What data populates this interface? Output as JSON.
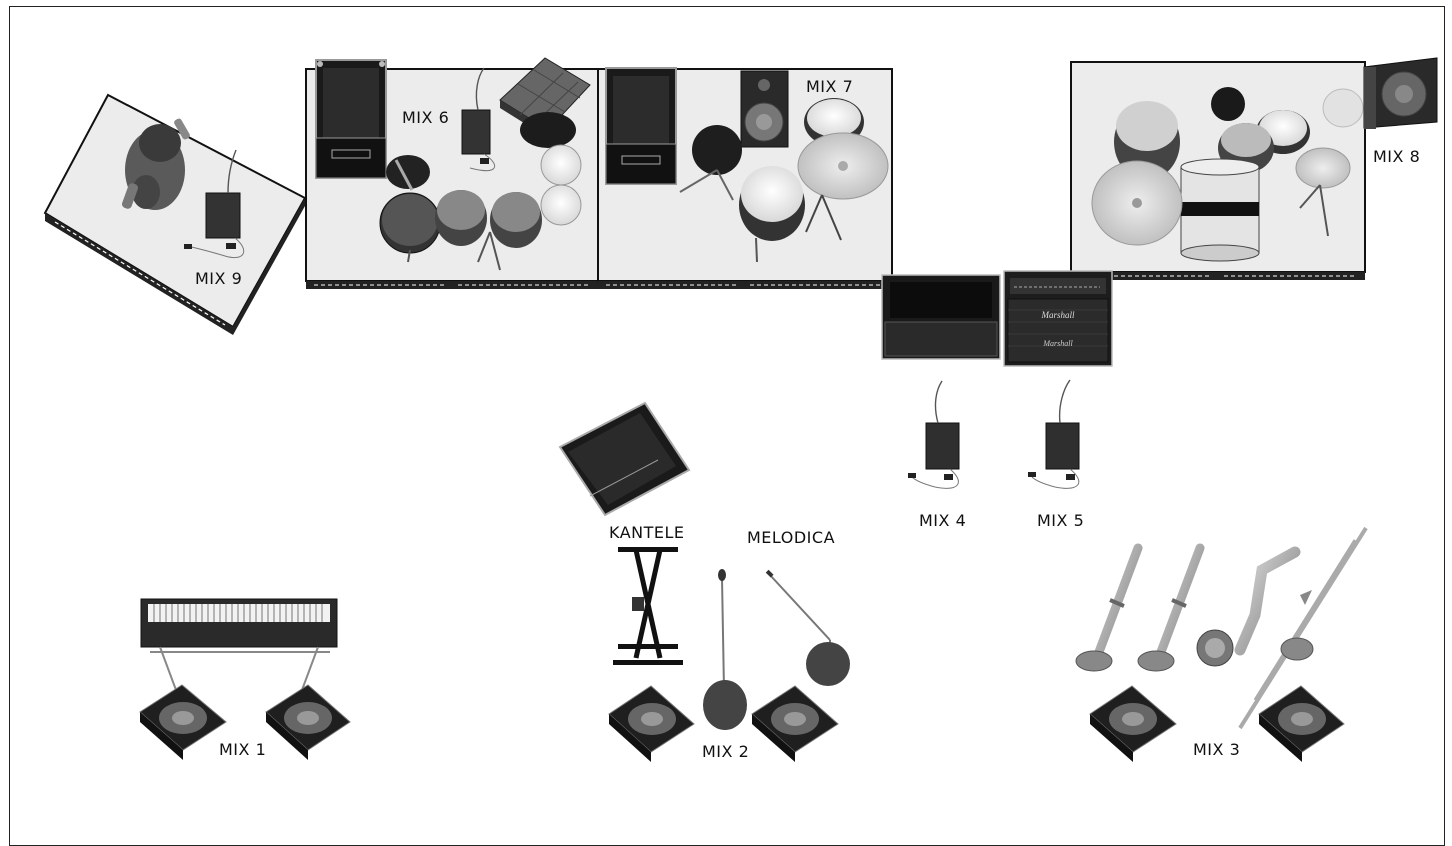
{
  "labels": {
    "mix1": "MIX 1",
    "mix2": "MIX 2",
    "mix3": "MIX 3",
    "mix4": "MIX 4",
    "mix5": "MIX 5",
    "mix6": "MIX 6",
    "mix7": "MIX 7",
    "mix8": "MIX 8",
    "mix9": "MIX 9",
    "kantele": "KANTELE",
    "melodica": "MELODICA"
  },
  "amp_brand": "Marshall"
}
